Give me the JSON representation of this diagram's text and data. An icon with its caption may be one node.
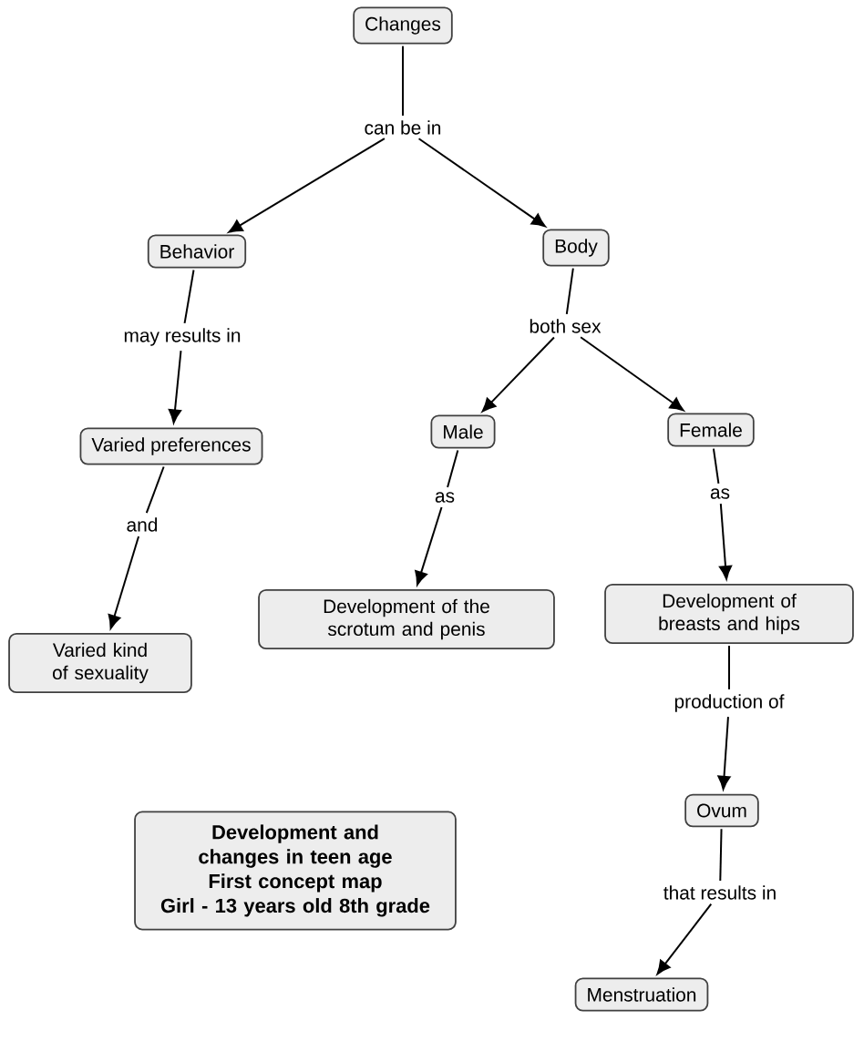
{
  "diagram": {
    "nodes": [
      {
        "text": [
          "Changes"
        ]
      },
      {
        "text": [
          "can be in"
        ]
      },
      {
        "text": [
          "Behavior"
        ]
      },
      {
        "text": [
          "Body"
        ]
      },
      {
        "text": [
          "may results in"
        ]
      },
      {
        "text": [
          "both sex"
        ]
      },
      {
        "text": [
          "Varied preferences"
        ]
      },
      {
        "text": [
          "Male"
        ]
      },
      {
        "text": [
          "Female"
        ]
      },
      {
        "text": [
          "and"
        ]
      },
      {
        "text": [
          "as"
        ]
      },
      {
        "text": [
          "as"
        ]
      },
      {
        "text": [
          "Varied kind of sexuality"
        ]
      },
      {
        "text": [
          "Development of the scrotum and penis"
        ]
      },
      {
        "text": [
          "Development of breasts and hips"
        ]
      },
      {
        "text": [
          "production of"
        ]
      },
      {
        "text": [
          "Ovum"
        ]
      },
      {
        "text": [
          "that results in"
        ]
      },
      {
        "text": [
          "Menstruation"
        ]
      },
      {
        "text": [
          "Development and changes in teen age",
          "First concept map",
          "Girl - 13 years old 8th grade"
        ]
      }
    ],
    "edges": [
      {
        "from": 0,
        "to": 1,
        "arrow": "none"
      },
      {
        "from": 1,
        "to": 2,
        "arrow": "to"
      },
      {
        "from": 1,
        "to": 3,
        "arrow": "to"
      },
      {
        "from": 2,
        "to": 4,
        "arrow": "none"
      },
      {
        "from": 4,
        "to": 6,
        "arrow": "to"
      },
      {
        "from": 3,
        "to": 5,
        "arrow": "none"
      },
      {
        "from": 5,
        "to": 7,
        "arrow": "to"
      },
      {
        "from": 5,
        "to": 8,
        "arrow": "to"
      },
      {
        "from": 6,
        "to": 9,
        "arrow": "none"
      },
      {
        "from": 9,
        "to": 12,
        "arrow": "to"
      },
      {
        "from": 7,
        "to": 10,
        "arrow": "none"
      },
      {
        "from": 10,
        "to": 13,
        "arrow": "to"
      },
      {
        "from": 8,
        "to": 11,
        "arrow": "none"
      },
      {
        "from": 11,
        "to": 14,
        "arrow": "to"
      },
      {
        "from": 14,
        "to": 15,
        "arrow": "none"
      },
      {
        "from": 15,
        "to": 16,
        "arrow": "to"
      },
      {
        "from": 16,
        "to": 17,
        "arrow": "none"
      },
      {
        "from": 17,
        "to": 18,
        "arrow": "to"
      }
    ]
  }
}
